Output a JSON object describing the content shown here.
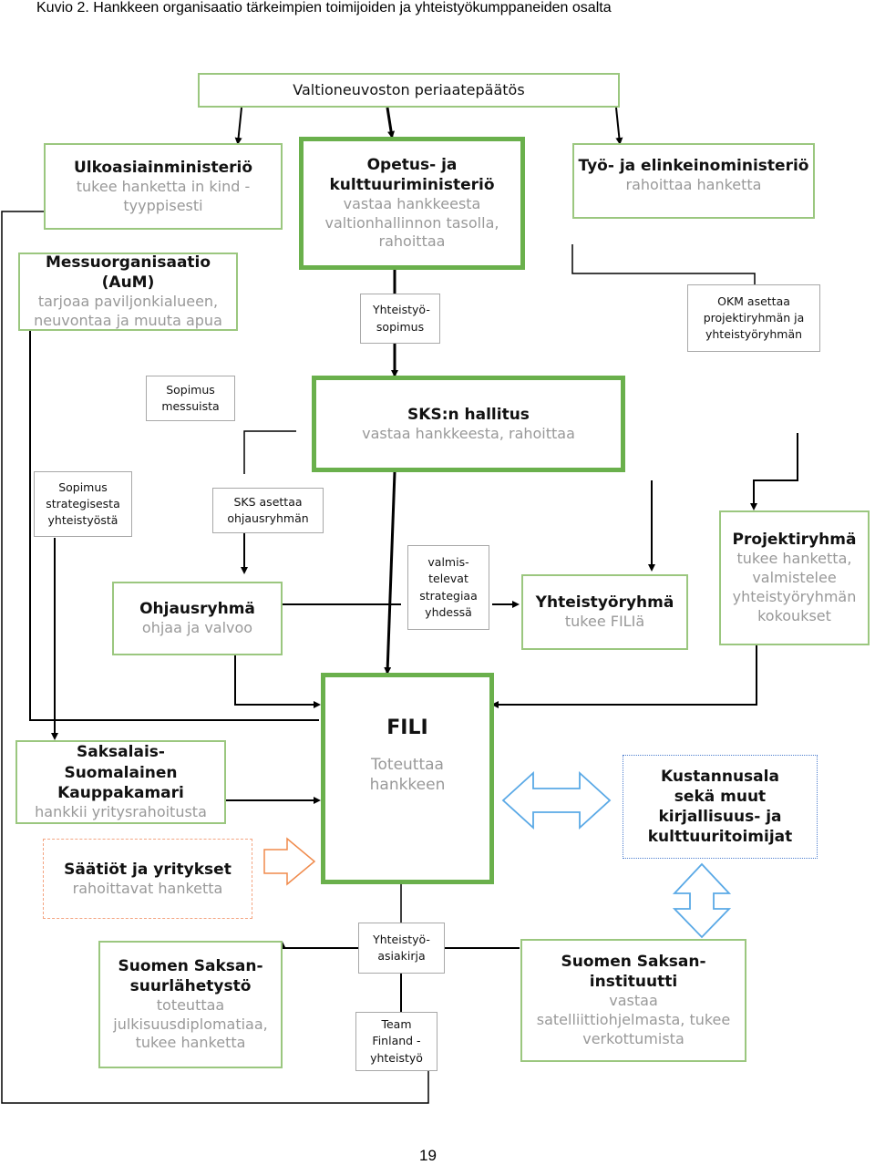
{
  "caption": "Kuvio 2. Hankkeen organisaatio tärkeimpien toimijoiden ja yhteistyökumppaneiden osalta",
  "page_number": "19",
  "boxes": {
    "vnp": {
      "title": "Valtioneuvoston periaatepäätös"
    },
    "um": {
      "title": "Ulkoasiainministeriö",
      "sub": "tukee hanketta in kind -tyyppisesti"
    },
    "okm": {
      "title": "Opetus- ja kulttuuriministeriö",
      "sub": "vastaa hankkeesta valtionhallinnon tasolla, rahoittaa"
    },
    "tem": {
      "title": "Työ- ja elinkeinoministeriö",
      "sub": "rahoittaa hanketta"
    },
    "messu": {
      "title": "Messuorganisaatio (AuM)",
      "sub": "tarjoaa paviljonkialueen, neuvontaa ja muuta apua"
    },
    "ys_sopimus": {
      "label": "Yhteistyö-sopimus"
    },
    "okm_asettaa": {
      "label": "OKM asettaa projektiryhmän ja yhteistyöryhmän"
    },
    "sop_messu": {
      "label": "Sopimus messuista"
    },
    "sks": {
      "title": "SKS:n hallitus",
      "sub": "vastaa hankkeesta, rahoittaa"
    },
    "sop_strat": {
      "label": "Sopimus strategisesta yhteistyöstä"
    },
    "sks_asettaa": {
      "label": "SKS asettaa ohjausryhmän"
    },
    "ohjaus": {
      "title": "Ohjausryhmä",
      "sub": "ohjaa ja valvoo"
    },
    "valmis": {
      "label": "valmis-televat strategiaa yhdessä"
    },
    "yhteistyo": {
      "title": "Yhteistyöryhmä",
      "sub": "tukee FILIä"
    },
    "projekti": {
      "title": "Projektiryhmä",
      "sub": "tukee hanketta, valmistelee yhteistyöryhmän kokoukset"
    },
    "fili": {
      "title": "FILI",
      "sub": "Toteuttaa hankkeen"
    },
    "kauppa": {
      "title": "Saksalais-Suomalainen Kauppakamari",
      "sub": "hankkii yritysrahoitusta"
    },
    "saatiot": {
      "title": "Säätiöt ja yritykset",
      "sub": "rahoittavat hanketta"
    },
    "kustannus": {
      "title": "Kustannusala sekä muut kirjallisuus- ja kulttuuritoimijat"
    },
    "ys_asiakirja": {
      "label": "Yhteistyö-asiakirja"
    },
    "team": {
      "label": "Team Finland -yhteistyö"
    },
    "suurlahetysto": {
      "title": "Suomen Saksan-suurlähetystö",
      "sub": "toteuttaa julkisuusdiplomatiaa, tukee hanketta"
    },
    "instituutti": {
      "title": "Suomen Saksan-instituutti",
      "sub": "vastaa satelliittiohjelmasta, tukee verkottumista"
    }
  },
  "colors": {
    "green_light": "#9bc77f",
    "green_dark": "#6ab04c",
    "gray_border": "#a8a8a8",
    "orange_dashed": "#f4a582",
    "blue_dotted": "#4f7fcf",
    "subtext": "#999999"
  }
}
